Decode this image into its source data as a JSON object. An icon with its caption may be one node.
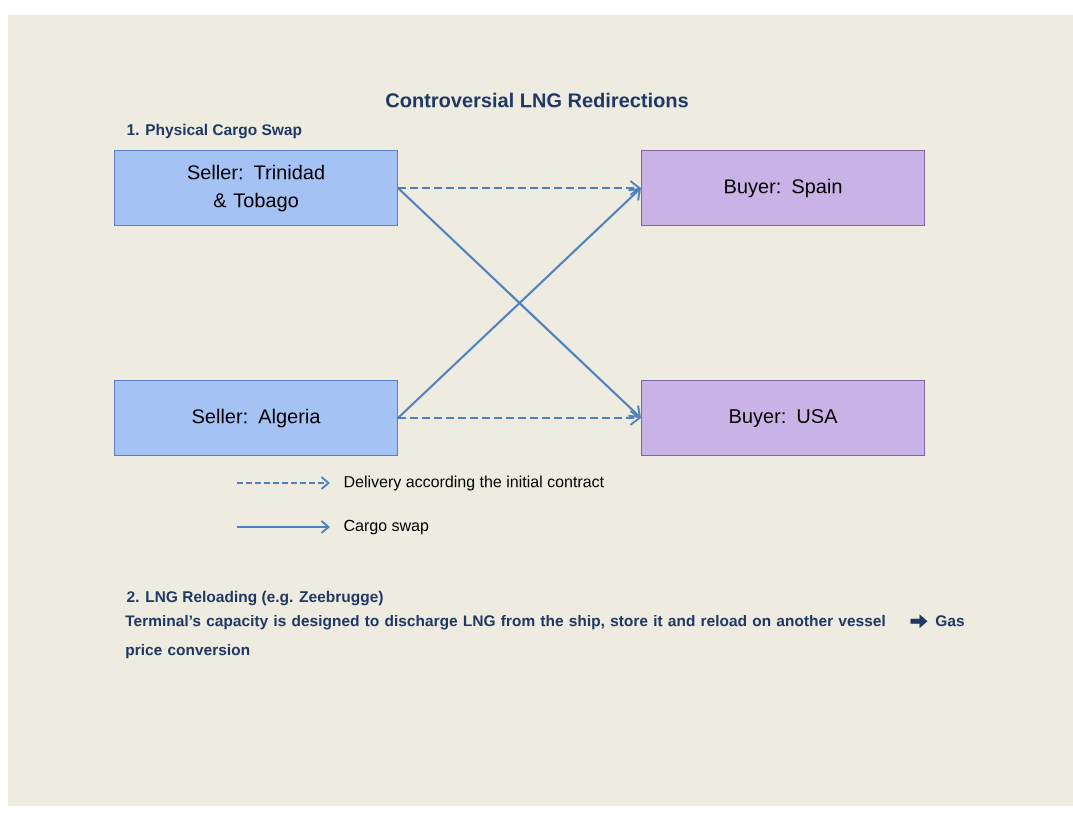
{
  "diagram": {
    "title": "Controversial LNG Redirections",
    "nodes": [
      {
        "text": [
          "Seller: Trinidad & Tobago"
        ]
      },
      {
        "text": [
          "Seller: Algeria"
        ]
      },
      {
        "text": [
          "Buyer: Spain"
        ]
      },
      {
        "text": [
          "Buyer: USA"
        ]
      }
    ],
    "edges": [
      {
        "from": 0,
        "to": 2,
        "arrow": "to",
        "style": "dashed"
      },
      {
        "from": 0,
        "to": 3,
        "arrow": "to"
      },
      {
        "from": 1,
        "to": 2,
        "arrow": "to"
      },
      {
        "from": 1,
        "to": 3,
        "arrow": "to",
        "style": "dashed"
      }
    ],
    "labels": [
      "1. Physical Cargo Swap",
      "2. LNG Reloading (e.g. Zeebrugge)",
      "Terminal’s capacity is designed to discharge LNG from the ship, store it and reload on another vessel",
      "Gas price conversion"
    ],
    "legend": [
      {
        "text": "Delivery according the initial contract"
      },
      {
        "text": "Cargo swap"
      }
    ]
  }
}
